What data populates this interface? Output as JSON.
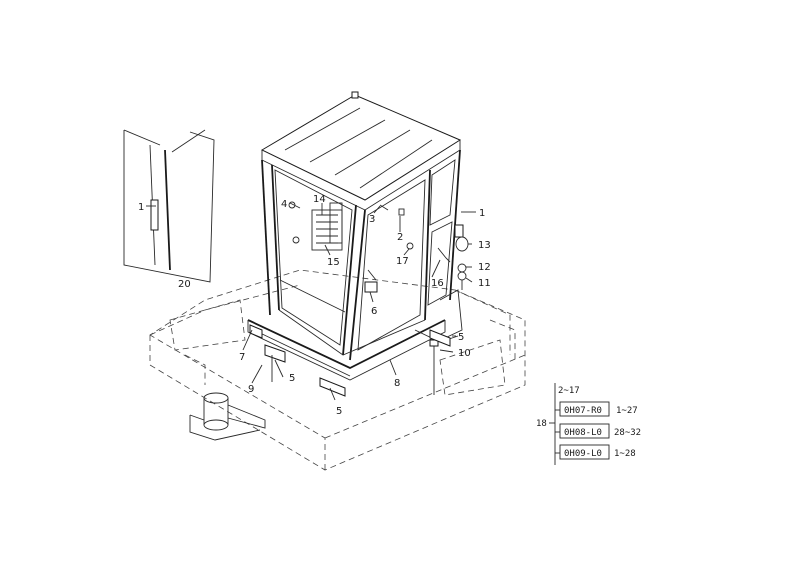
{
  "labels": {
    "inset_1": "1",
    "inset_20": "20",
    "l1": "1",
    "l2": "2",
    "l3": "3",
    "l4": "4",
    "l5a": "5",
    "l5b": "5",
    "l5c": "5",
    "l6": "6",
    "l7": "7",
    "l8": "8",
    "l9": "9",
    "l10": "10",
    "l11": "11",
    "l12": "12",
    "l13": "13",
    "l14": "14",
    "l15": "15",
    "l16": "16",
    "l17": "17"
  },
  "applicability": {
    "parts_range": "2~17",
    "group": "18",
    "rows": [
      {
        "model": "0H07-R0",
        "serial": "1~27"
      },
      {
        "model": "0H08-L0",
        "serial": "28~32"
      },
      {
        "model": "0H09-L0",
        "serial": "1~28"
      }
    ]
  }
}
